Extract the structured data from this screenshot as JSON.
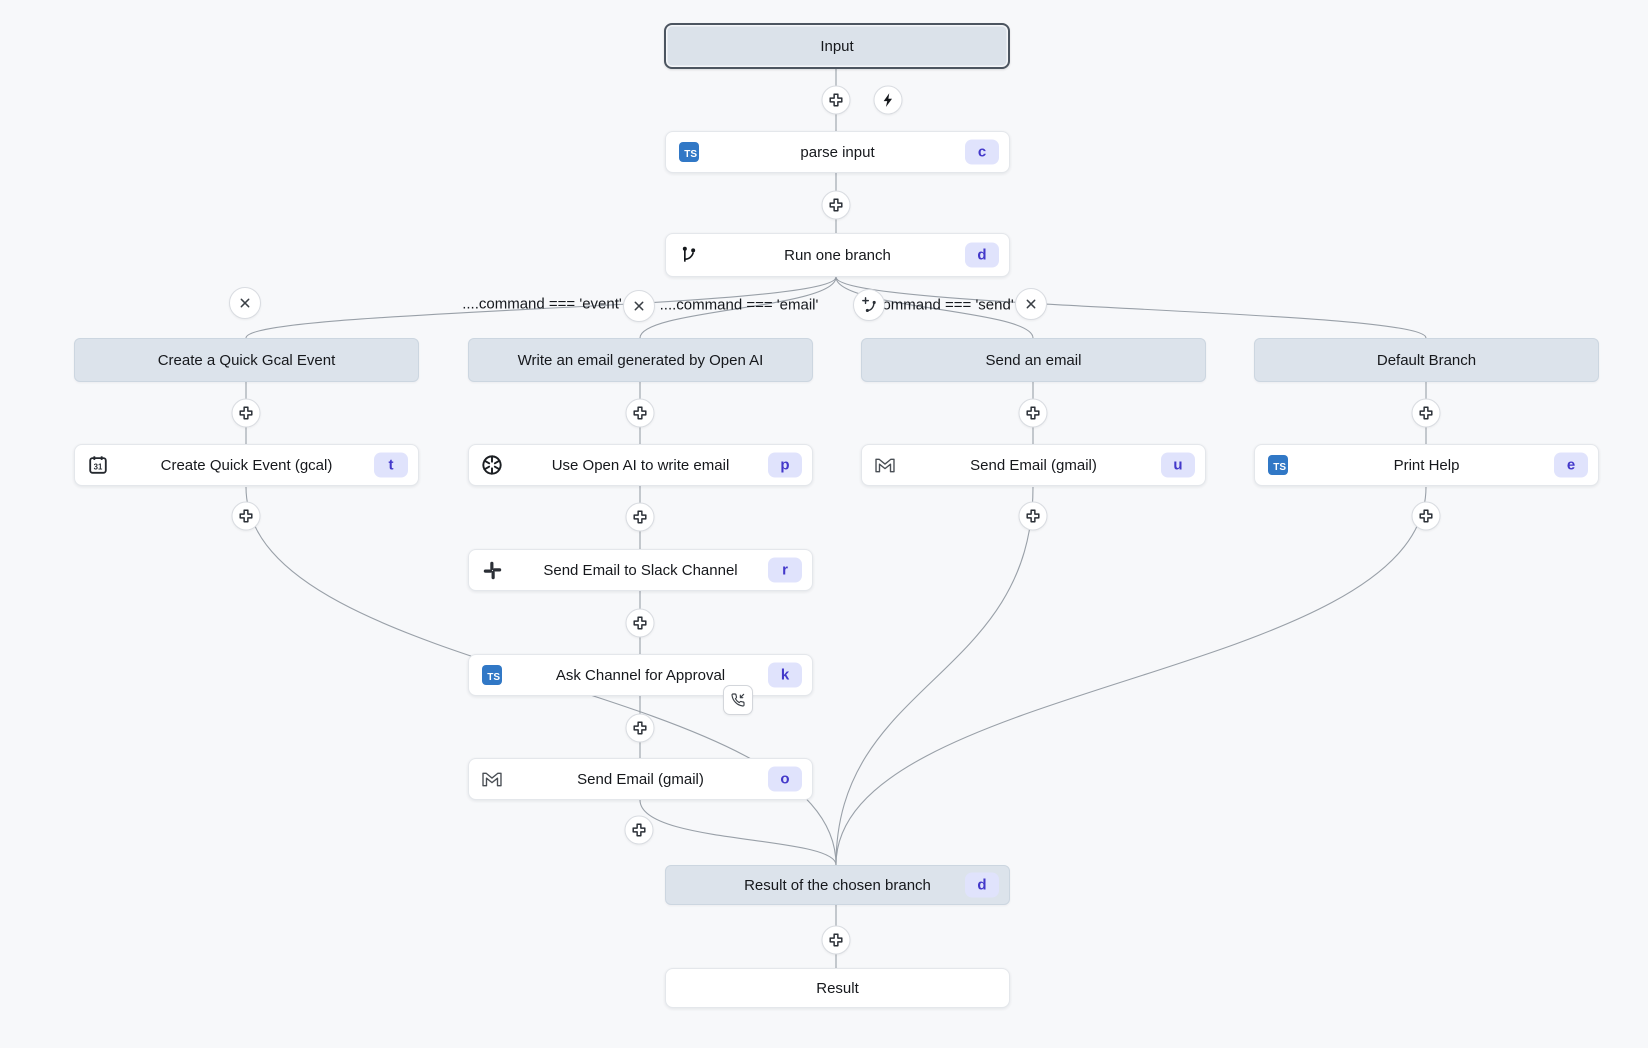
{
  "colors": {
    "canvas_bg": "#f7f8fa",
    "edge": "#99a0a8",
    "header_bg": "#dce3eb",
    "badge_bg": "#e0e3fc",
    "badge_text": "#4338ca",
    "typescript_blue": "#3178c6"
  },
  "input_label": "Input",
  "parse_input": {
    "label": "parse input",
    "badge": "c",
    "icon": "typescript"
  },
  "run_one_branch": {
    "label": "Run one branch",
    "badge": "d",
    "icon": "git-branch"
  },
  "conditions": [
    "....command === 'event'",
    "....command === 'email'",
    "....command === 'send'"
  ],
  "branches": [
    {
      "header": "Create a Quick Gcal Event",
      "steps": [
        {
          "label": "Create Quick Event (gcal)",
          "badge": "t",
          "icon": "gcal-calendar"
        }
      ]
    },
    {
      "header": "Write an email generated by Open AI",
      "steps": [
        {
          "label": "Use Open AI to write email",
          "badge": "p",
          "icon": "openai"
        },
        {
          "label": "Send Email to Slack Channel",
          "badge": "r",
          "icon": "slack"
        },
        {
          "label": "Ask Channel for Approval",
          "badge": "k",
          "icon": "typescript",
          "suspend_icon": "phone-incoming"
        },
        {
          "label": "Send Email (gmail)",
          "badge": "o",
          "icon": "gmail"
        }
      ]
    },
    {
      "header": "Send an email",
      "steps": [
        {
          "label": "Send Email (gmail)",
          "badge": "u",
          "icon": "gmail"
        }
      ]
    },
    {
      "header": "Default Branch",
      "steps": [
        {
          "label": "Print Help",
          "badge": "e",
          "icon": "typescript"
        }
      ]
    }
  ],
  "result_of_branch": {
    "label": "Result of the chosen branch",
    "badge": "d"
  },
  "result": {
    "label": "Result"
  },
  "icons": {
    "ts_label": "TS",
    "calendar_day": "31"
  }
}
